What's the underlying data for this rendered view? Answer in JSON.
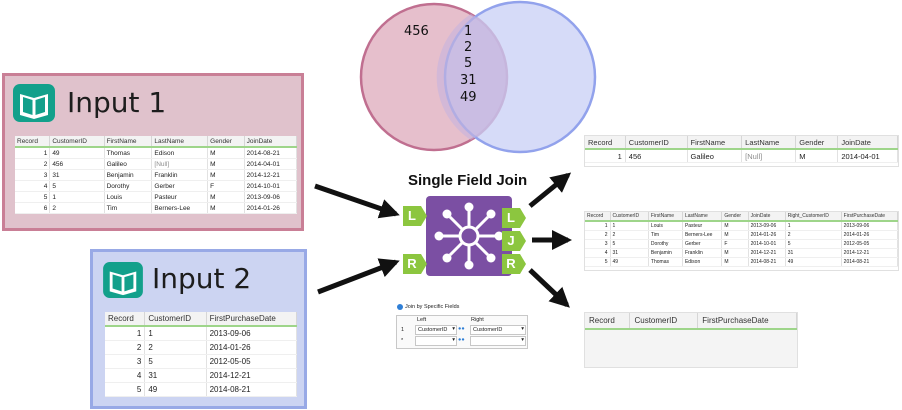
{
  "venn": {
    "left_only": "456",
    "overlap": [
      "1",
      "2",
      "5",
      "31",
      "49"
    ]
  },
  "input1": {
    "title": "Input 1",
    "columns": [
      "Record",
      "CustomerID",
      "FirstName",
      "LastName",
      "Gender",
      "JoinDate"
    ],
    "rows": [
      [
        "1",
        "49",
        "Thomas",
        "Edison",
        "M",
        "2014-08-21"
      ],
      [
        "2",
        "456",
        "Galileo",
        "[Null]",
        "M",
        "2014-04-01"
      ],
      [
        "3",
        "31",
        "Benjamin",
        "Franklin",
        "M",
        "2014-12-21"
      ],
      [
        "4",
        "5",
        "Dorothy",
        "Gerber",
        "F",
        "2014-10-01"
      ],
      [
        "5",
        "1",
        "Louis",
        "Pasteur",
        "M",
        "2013-09-06"
      ],
      [
        "6",
        "2",
        "Tim",
        "Berners-Lee",
        "M",
        "2014-01-26"
      ]
    ]
  },
  "input2": {
    "title": "Input 2",
    "columns": [
      "Record",
      "CustomerID",
      "FirstPurchaseDate"
    ],
    "rows": [
      [
        "1",
        "1",
        "2013-09-06"
      ],
      [
        "2",
        "2",
        "2014-01-26"
      ],
      [
        "3",
        "5",
        "2012-05-05"
      ],
      [
        "4",
        "31",
        "2014-12-21"
      ],
      [
        "5",
        "49",
        "2014-08-21"
      ]
    ]
  },
  "tool": {
    "title": "Single Field Join",
    "left_anchor": "L",
    "right_anchor": "R",
    "out_left": "L",
    "out_join": "J",
    "out_right": "R"
  },
  "config": {
    "radio_label": "Join by Specific Fields",
    "col_left": "Left",
    "col_right": "Right",
    "row1_num": "1",
    "row2_num": "*",
    "left_field": "CustomerID",
    "right_field": "CustomerID"
  },
  "output_left": {
    "columns": [
      "Record",
      "CustomerID",
      "FirstName",
      "LastName",
      "Gender",
      "JoinDate"
    ],
    "rows": [
      [
        "1",
        "456",
        "Galileo",
        "[Null]",
        "M",
        "2014-04-01"
      ]
    ]
  },
  "output_join": {
    "columns": [
      "Record",
      "CustomerID",
      "FirstName",
      "LastName",
      "Gender",
      "JoinDate",
      "Right_CustomerID",
      "FirstPurchaseDate"
    ],
    "rows": [
      [
        "1",
        "1",
        "Louis",
        "Pasteur",
        "M",
        "2013-09-06",
        "1",
        "2013-09-06"
      ],
      [
        "2",
        "2",
        "Tim",
        "Berners-Lee",
        "M",
        "2014-01-26",
        "2",
        "2014-01-26"
      ],
      [
        "3",
        "5",
        "Dorothy",
        "Gerber",
        "F",
        "2014-10-01",
        "5",
        "2012-05-05"
      ],
      [
        "4",
        "31",
        "Benjamin",
        "Franklin",
        "M",
        "2014-12-21",
        "31",
        "2014-12-21"
      ],
      [
        "5",
        "49",
        "Thomas",
        "Edison",
        "M",
        "2014-08-21",
        "49",
        "2014-08-21"
      ]
    ]
  },
  "output_right": {
    "columns": [
      "Record",
      "CustomerID",
      "FirstPurchaseDate"
    ]
  },
  "colors": {
    "input1_fill": "#e0c2cc",
    "input1_border": "#c97f96",
    "input2_fill": "#ccd4f2",
    "input2_border": "#98a9e6",
    "tool_purple": "#7b4fa3",
    "anchor_green": "#8cc63f",
    "book_teal": "#12a08b"
  }
}
